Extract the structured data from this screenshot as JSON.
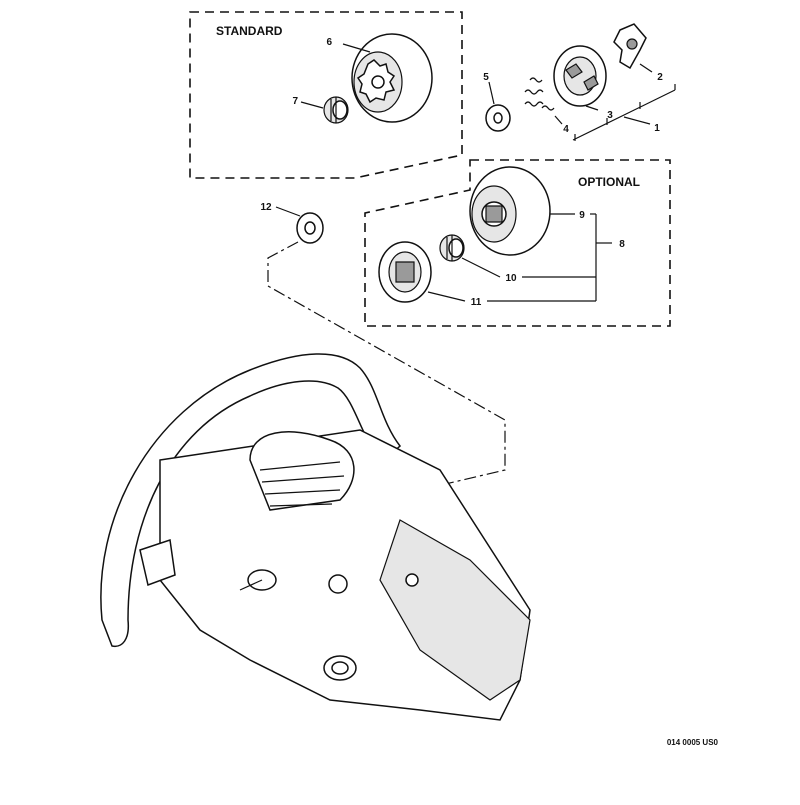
{
  "boxes": {
    "standard_title": "STANDARD",
    "optional_title": "OPTIONAL"
  },
  "callouts": [
    {
      "id": "1",
      "text": "1"
    },
    {
      "id": "2",
      "text": "2"
    },
    {
      "id": "3",
      "text": "3"
    },
    {
      "id": "4",
      "text": "4"
    },
    {
      "id": "5",
      "text": "5"
    },
    {
      "id": "6",
      "text": "6"
    },
    {
      "id": "7",
      "text": "7"
    },
    {
      "id": "8",
      "text": "8"
    },
    {
      "id": "9",
      "text": "9"
    },
    {
      "id": "10",
      "text": "10"
    },
    {
      "id": "11",
      "text": "11"
    },
    {
      "id": "12",
      "text": "12"
    }
  ],
  "drawing_code": "014 0005 US0"
}
